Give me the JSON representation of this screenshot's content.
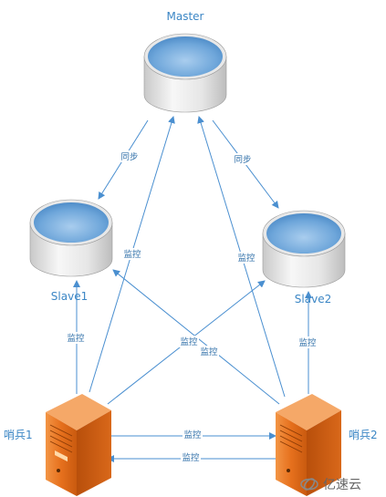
{
  "nodes": {
    "master": "Master",
    "slave1": "Slave1",
    "slave2": "Slave2",
    "sentinel1": "哨兵1",
    "sentinel2": "哨兵2"
  },
  "edges": {
    "sync_left": "同步",
    "sync_right": "同步",
    "monitor_master_left": "监控",
    "monitor_master_right": "监控",
    "monitor_slave1": "监控",
    "monitor_slave2": "监控",
    "monitor_cross_a": "监控",
    "monitor_cross_b": "监控",
    "monitor_s1_to_s2": "监控",
    "monitor_s2_to_s1": "监控"
  },
  "watermark": "亿速云",
  "colors": {
    "line": "#4a8fd0",
    "label": "#3b86c5",
    "db_top": "#7fb2e0",
    "server_orange": "#e8731f"
  }
}
